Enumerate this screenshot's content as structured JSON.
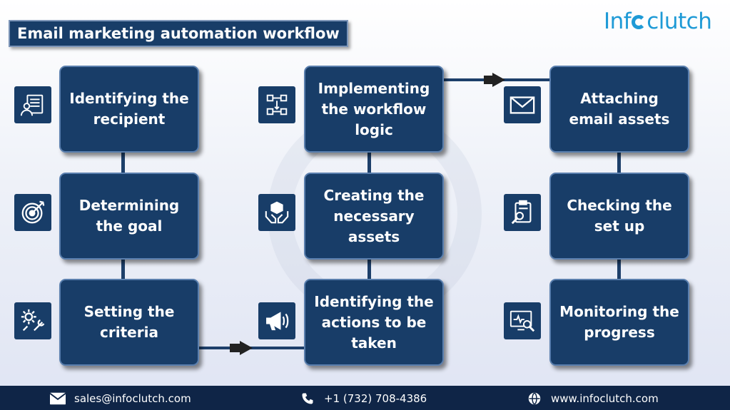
{
  "title": "Email marketing automation workflow",
  "logo": {
    "part1": "Inf",
    "part2": "clutch"
  },
  "steps": [
    {
      "label": "Identifying the recipient",
      "icon": "recipient-profile-icon"
    },
    {
      "label": "Determining the goal",
      "icon": "target-goal-icon"
    },
    {
      "label": "Setting the criteria",
      "icon": "gear-wrench-settings-icon"
    },
    {
      "label": "Identifying the actions to be taken",
      "icon": "megaphone-icon"
    },
    {
      "label": "Creating the necessary assets",
      "icon": "hands-cube-icon"
    },
    {
      "label": "Implementing the workflow logic",
      "icon": "workflow-diagram-icon"
    },
    {
      "label": "Attaching email assets",
      "icon": "envelope-icon"
    },
    {
      "label": "Checking the set up",
      "icon": "clipboard-magnifier-icon"
    },
    {
      "label": "Monitoring the progress",
      "icon": "monitor-magnifier-icon"
    }
  ],
  "footer": {
    "email": "sales@infoclutch.com",
    "phone": "+1 (732) 708-4386",
    "website": "www.infoclutch.com"
  }
}
